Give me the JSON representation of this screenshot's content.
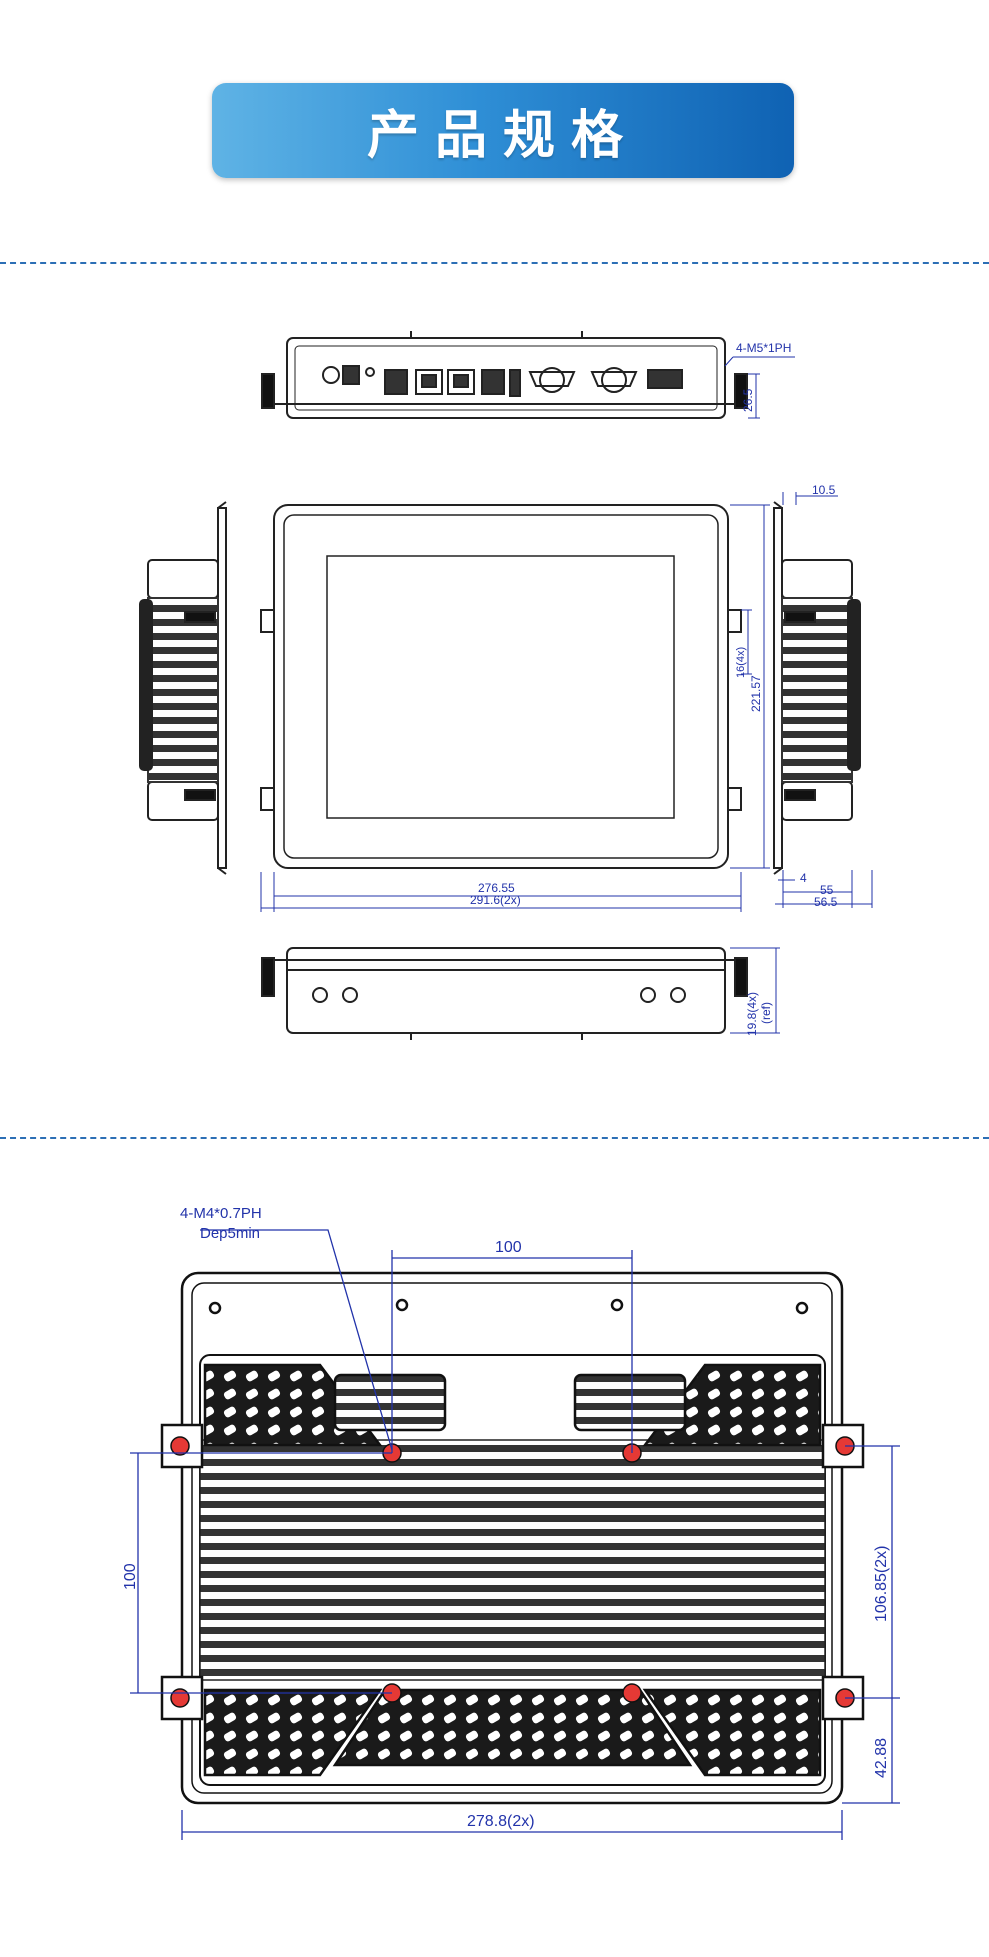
{
  "banner": {
    "title": "产品规格"
  },
  "top_view": {
    "screw_label": "4-M5*1PH",
    "height_dim": "26.5"
  },
  "front_view": {
    "width_inner": "276.55",
    "width_outer": "291.6(2x)",
    "height_dim": "221.57",
    "clip_dim": "16(4x)"
  },
  "side_view": {
    "depth_top": "10.5",
    "depth_a": "4",
    "depth_b": "55",
    "depth_c": "56.5"
  },
  "bottom_view": {
    "height_dim": "19.8(4x)",
    "ref": "(ref)"
  },
  "rear_view": {
    "screw_label_1": "4-M4*0.7PH",
    "screw_label_2": "Dep5min",
    "vesa_h": "100",
    "vesa_v": "100",
    "clip_spacing": "106.85(2x)",
    "clip_offset": "42.88",
    "width_dim": "278.8(2x)"
  },
  "colors": {
    "dimension": "#2233aa",
    "line": "#222222",
    "banner_start": "#5fb3e5",
    "banner_end": "#0f62b3",
    "mount_hole": "#e53935"
  }
}
